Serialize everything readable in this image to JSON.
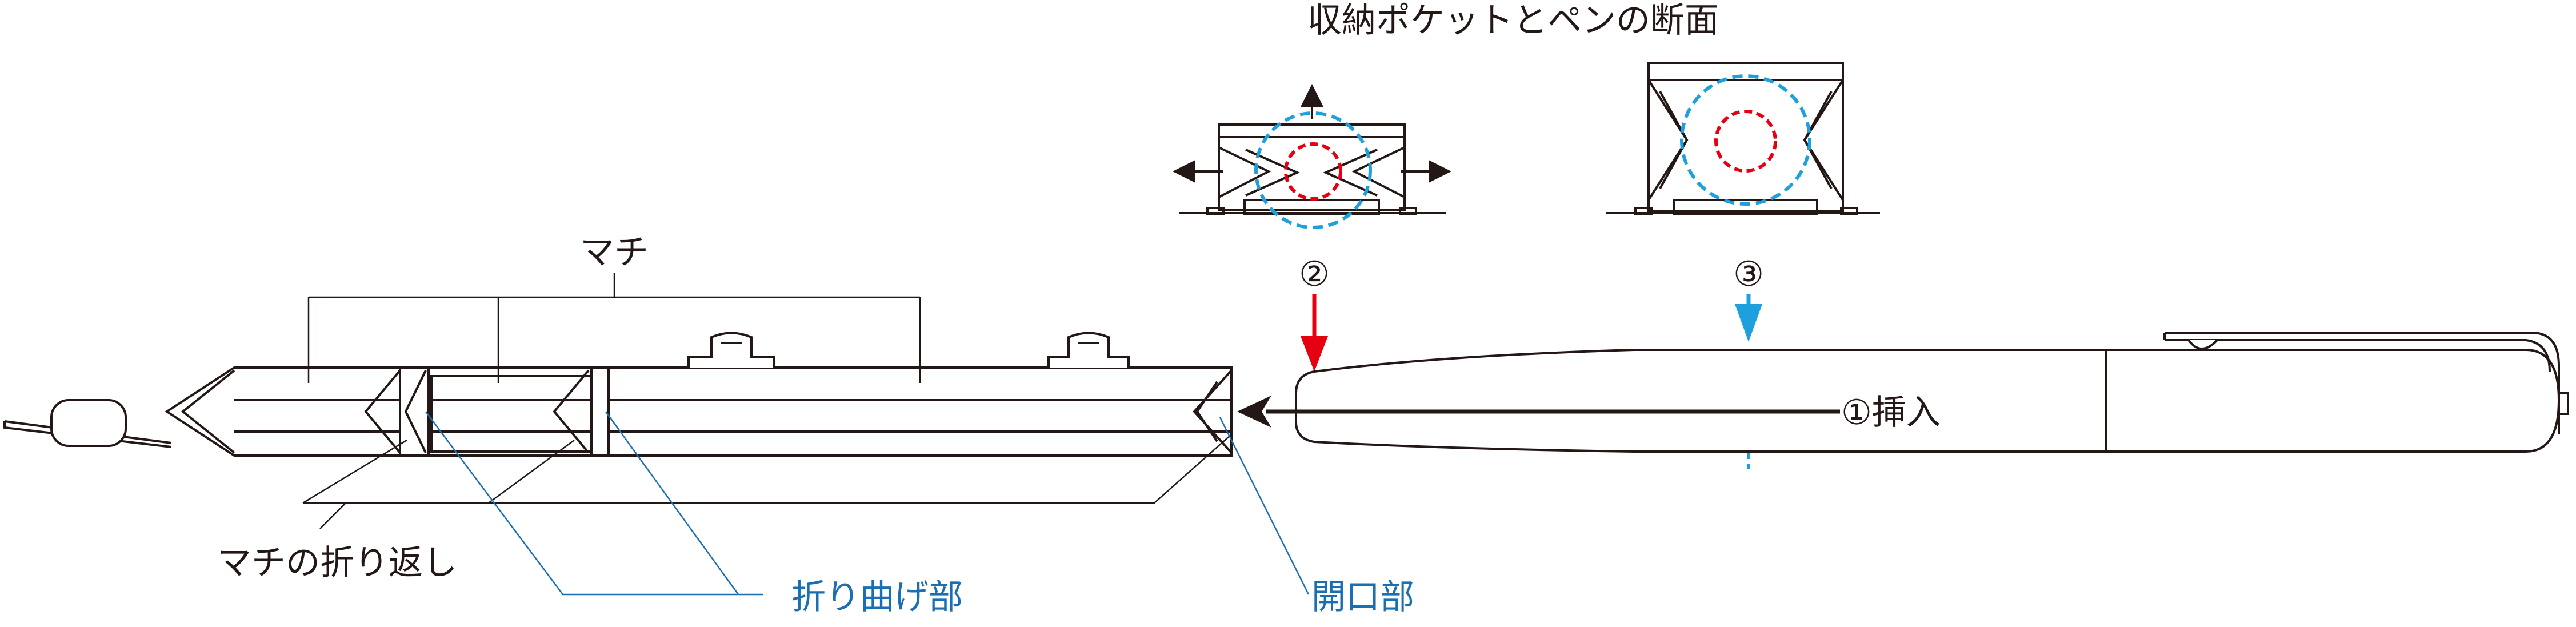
{
  "labels": {
    "cross_section_title": "収納ポケットとペンの断面",
    "gusset": "マチ",
    "gusset_fold": "マチの折り返し",
    "fold_part": "折り曲げ部",
    "opening": "開口部",
    "insert": "①挿入",
    "marker_2": "②",
    "marker_3": "③"
  },
  "colors": {
    "line": "#231815",
    "accent_blue": "#1a6fb4",
    "dash_red": "#e50012",
    "dash_cyan": "#1ea0dc"
  }
}
